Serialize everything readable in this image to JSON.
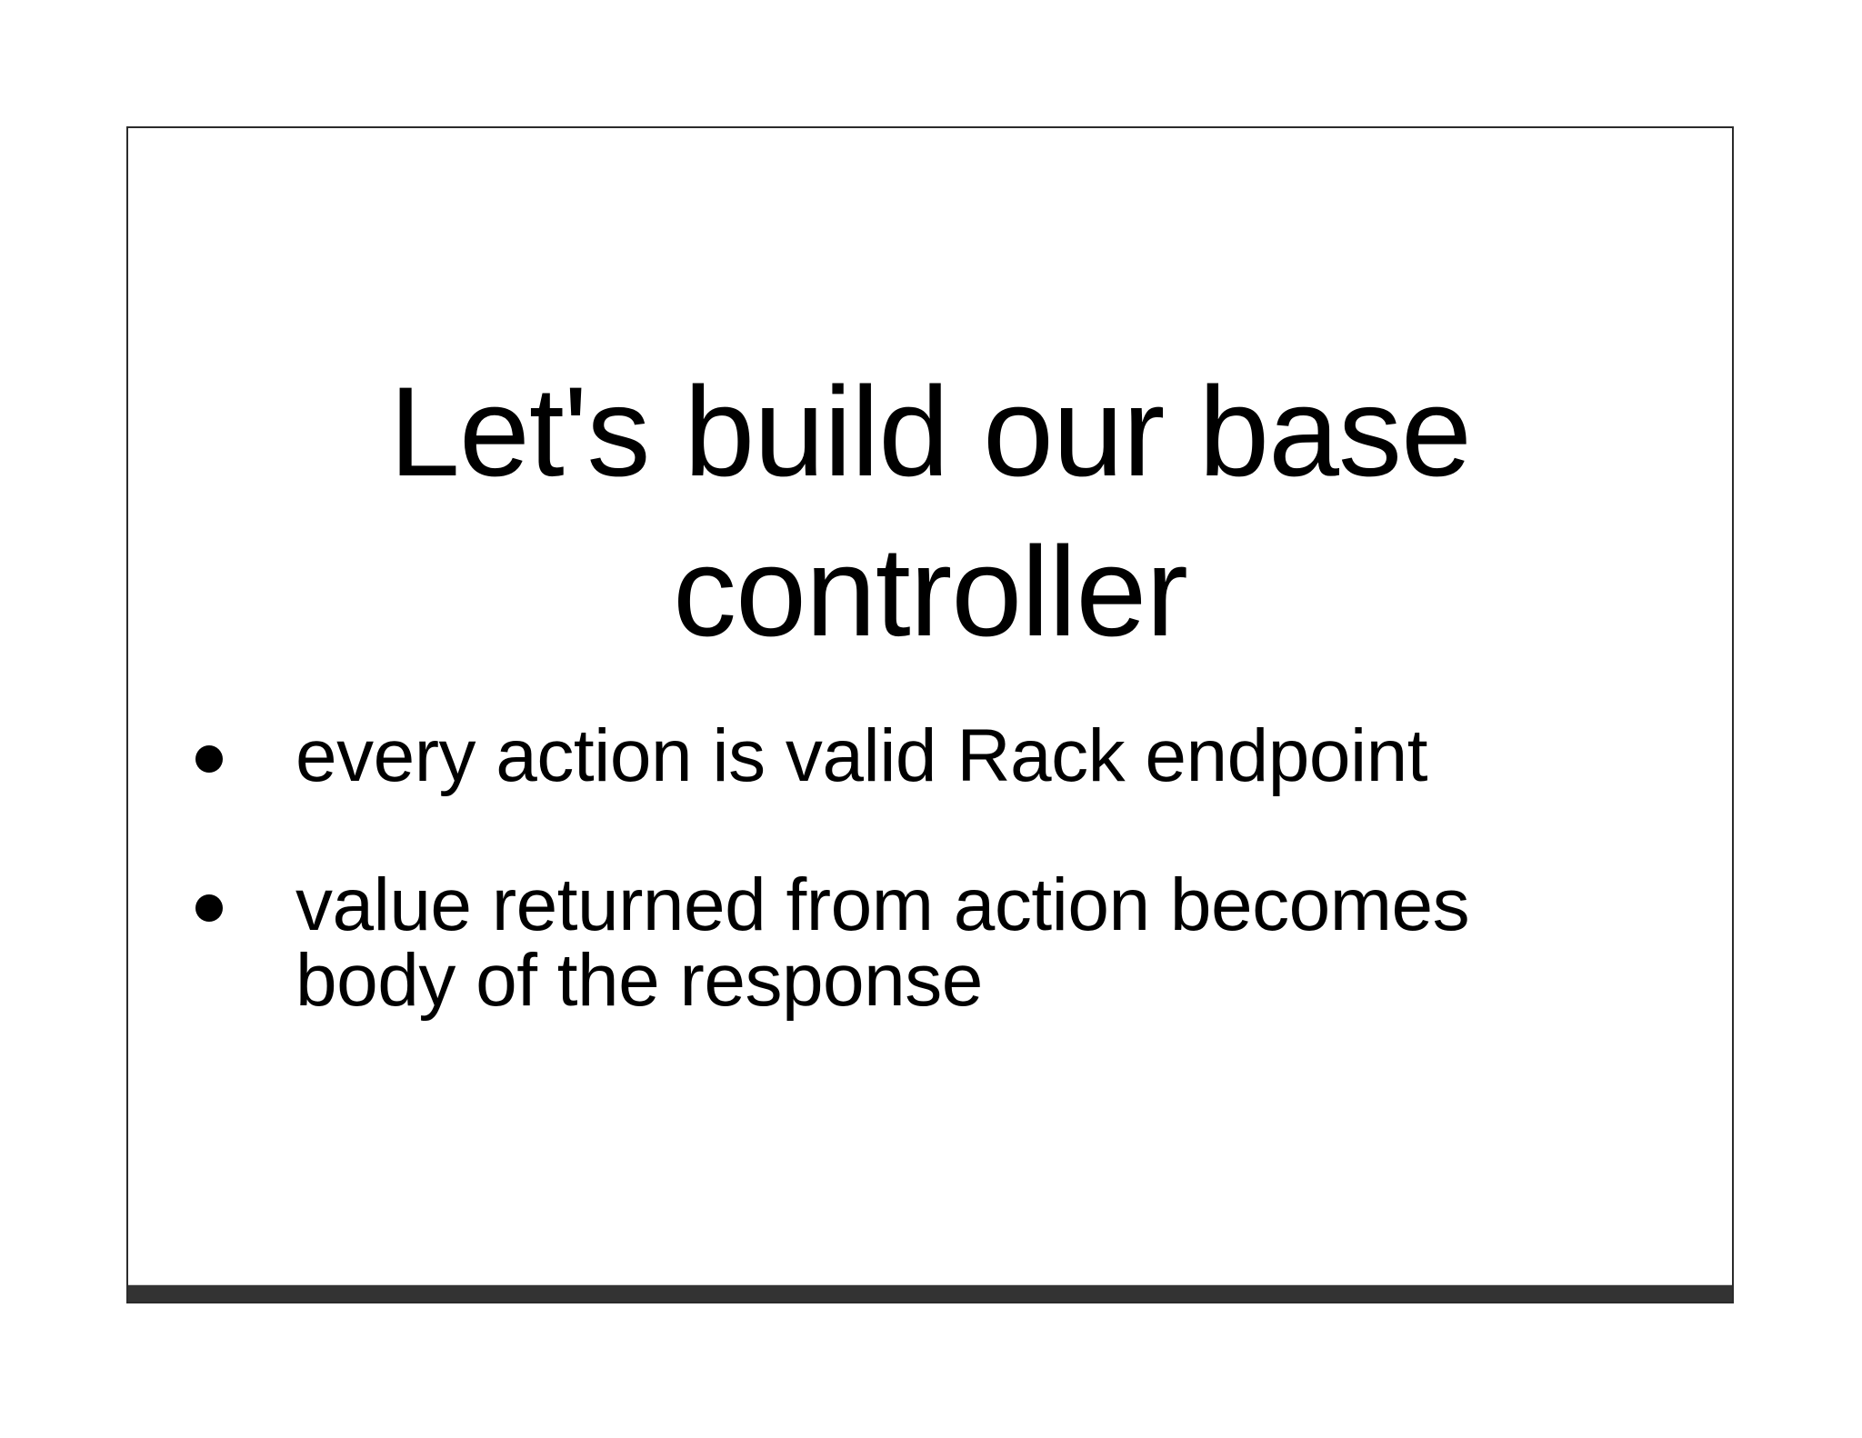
{
  "slide": {
    "title_lines": [
      "Let's build our base",
      "controller"
    ],
    "bullets": [
      {
        "lines": [
          "every action is valid Rack endpoint"
        ]
      },
      {
        "lines": [
          "value returned from action becomes",
          "body of the response"
        ]
      }
    ],
    "colors": {
      "background": "#ffffff",
      "border": "#2b2b2b",
      "footer_bar": "#333333",
      "text": "#000000"
    }
  }
}
